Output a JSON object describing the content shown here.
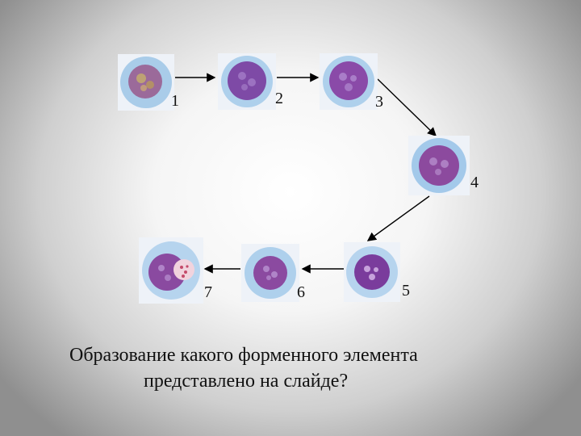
{
  "slide": {
    "cells": [
      {
        "label": "1",
        "stage": "cell-1"
      },
      {
        "label": "2",
        "stage": "cell-2"
      },
      {
        "label": "3",
        "stage": "cell-3"
      },
      {
        "label": "4",
        "stage": "cell-4"
      },
      {
        "label": "5",
        "stage": "cell-5"
      },
      {
        "label": "6",
        "stage": "cell-6"
      },
      {
        "label": "7",
        "stage": "cell-7"
      }
    ],
    "question_line1": "Образование какого форменного элемента",
    "question_line2": "представлено на слайде?"
  },
  "colors": {
    "cytoplasm": "#9ec6e6",
    "nucleus": "#7a3c9c",
    "granules": "#c44a6a",
    "arrow": "#000000"
  }
}
